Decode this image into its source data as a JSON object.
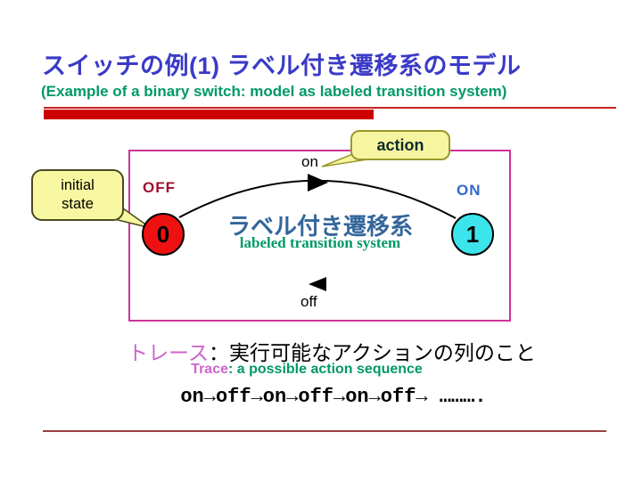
{
  "header": {
    "title_jp": "スイッチの例(1) ラベル付き遷移系のモデル",
    "subtitle_en": "(Example of a binary switch: model as labeled transition system)"
  },
  "diagram": {
    "action_label": "action",
    "initial_state_line1": "initial",
    "initial_state_line2": "state",
    "on_transition": "on",
    "off_transition": "off",
    "off_state": "OFF",
    "on_state": "ON",
    "state0_label": "0",
    "state1_label": "1",
    "caption_jp": "ラベル付き遷移系",
    "caption_en": "labeled transition system"
  },
  "trace": {
    "term_jp": "トレース",
    "def_jp": "：実行可能なアクションの列のこと",
    "term_en": "Trace",
    "def_en": ": a possible action sequence",
    "sequence": "on→off→on→off→on→off→ ………."
  },
  "colors": {
    "title_blue": "#3a3ac8",
    "subtitle_green": "#009966",
    "accent_red": "#cc0000",
    "frame_magenta": "#cc3399",
    "callout_yellow": "#f6f6a0",
    "state0_red": "#ee1111",
    "state1_cyan": "#3ce4ec",
    "off_label_darkred": "#a01030",
    "on_label_blue": "#3366cc",
    "caption_blue": "#336699",
    "caption_green": "#009966",
    "trace_violet": "#cc66cc",
    "footer_rule_red": "#994040"
  }
}
